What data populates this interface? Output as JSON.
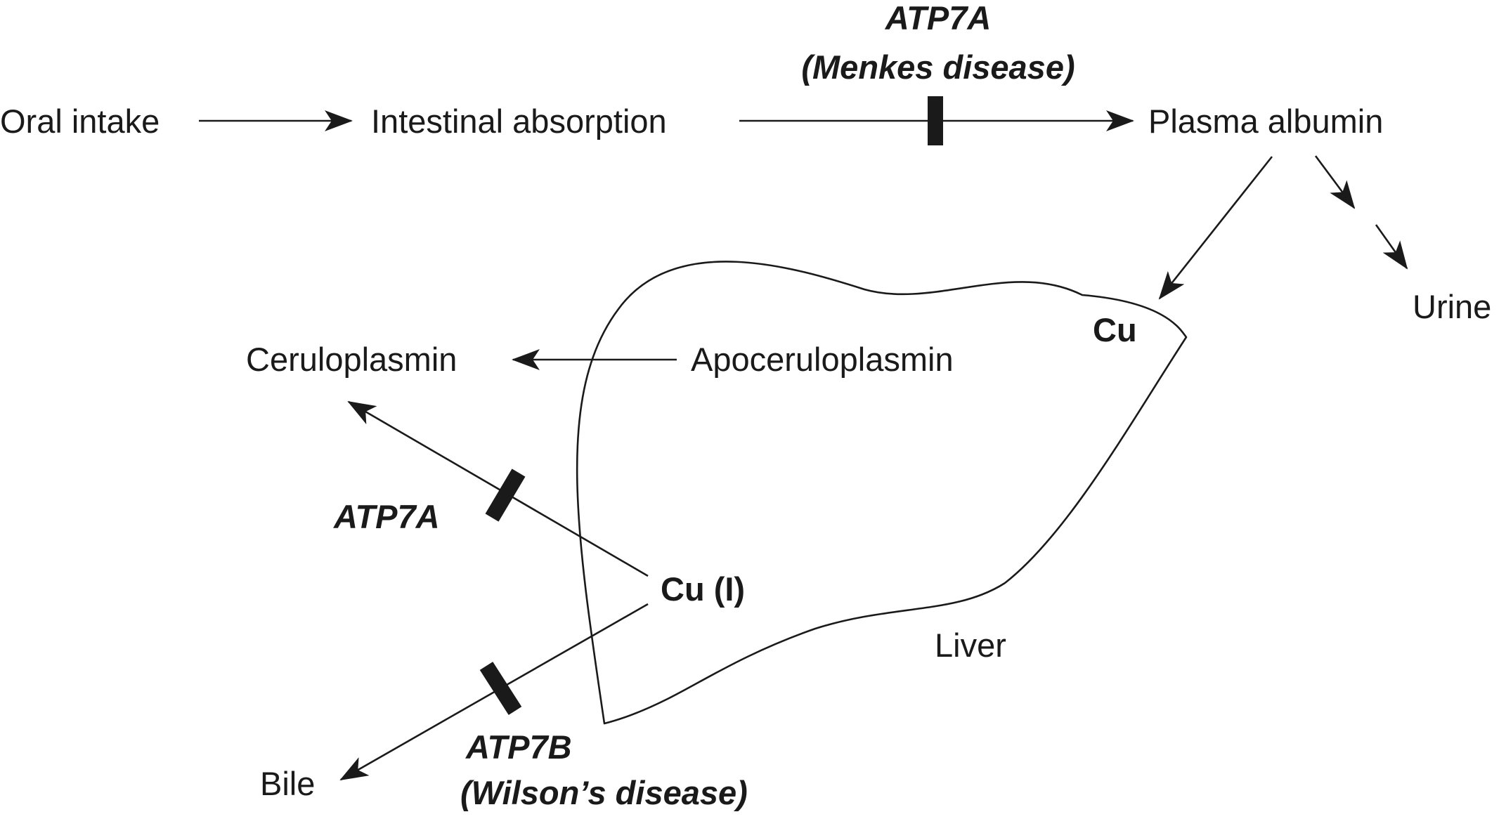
{
  "nodes": {
    "oral_intake": "Oral intake",
    "intestinal_absorption": "Intestinal absorption",
    "plasma_albumin": "Plasma albumin",
    "urine": "Urine",
    "cu_liver": "Cu",
    "ceruloplasmin": "Ceruloplasmin",
    "apoceruloplasmin": "Apoceruloplasmin",
    "cu_i": "Cu (I)",
    "liver": "Liver",
    "bile": "Bile"
  },
  "blocks": {
    "menkes": {
      "gene": "ATP7A",
      "disease": "(Menkes disease)"
    },
    "ceruloplasmin_transporter": {
      "gene": "ATP7A"
    },
    "wilson": {
      "gene": "ATP7B",
      "disease": "(Wilson’s disease)"
    }
  },
  "colors": {
    "ink": "#1a1a1a",
    "background": "#ffffff"
  }
}
